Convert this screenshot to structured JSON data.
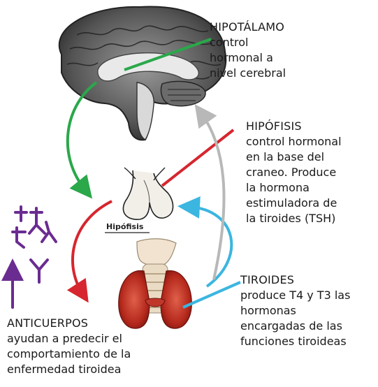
{
  "hypothalamus": {
    "title": "HIPOTÁLAMO",
    "lines": [
      "control",
      "hormonal a",
      "nivel cerebral"
    ]
  },
  "pituitary": {
    "title": "HIPÓFISIS",
    "lines": [
      "control hormonal",
      "en la base del",
      "craneo. Produce",
      "la hormona",
      "estimuladora de",
      "la tiroides (TSH)"
    ],
    "image_caption": "Hipófisis"
  },
  "thyroid": {
    "title": "TIROIDES",
    "lines": [
      "produce T4 y T3 las",
      "hormonas",
      "encargadas de las",
      "funciones tiroideas"
    ]
  },
  "antibodies": {
    "title": "ANTICUERPOS",
    "lines": [
      "ayudan a predecir el",
      "comportamiento de la",
      "enfermedad tiroidea"
    ]
  },
  "colors": {
    "green_arrow": "#2aa84a",
    "red_arrow": "#d6262f",
    "blue_arrow": "#3bb6e0",
    "gray_arrow": "#b8b8b8",
    "antibody_purple": "#6a2c91"
  }
}
